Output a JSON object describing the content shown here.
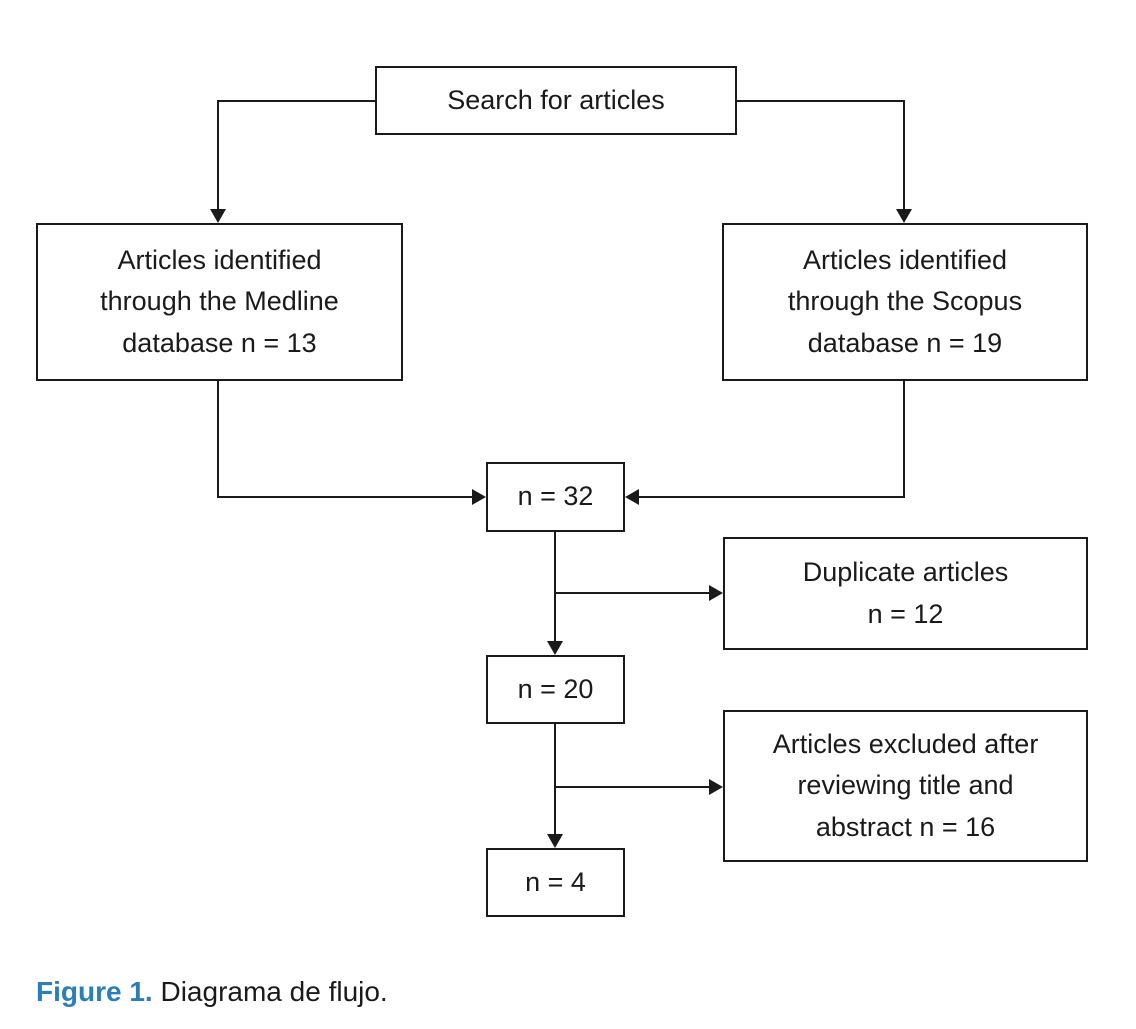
{
  "diagram": {
    "nodes": {
      "search": {
        "label": "Search for articles"
      },
      "medline": {
        "label": "Articles identified\nthrough the Medline\ndatabase n = 13"
      },
      "scopus": {
        "label": "Articles identified\nthrough the Scopus\ndatabase n = 19"
      },
      "total": {
        "label": "n = 32"
      },
      "duplicates": {
        "label": "Duplicate articles\nn = 12"
      },
      "after_duplicates": {
        "label": "n = 20"
      },
      "excluded": {
        "label": "Articles excluded after\nreviewing title and\nabstract n = 16"
      },
      "final": {
        "label": "n = 4"
      }
    },
    "edges": [
      {
        "from": "search",
        "to": "medline"
      },
      {
        "from": "search",
        "to": "scopus"
      },
      {
        "from": "medline",
        "to": "total"
      },
      {
        "from": "scopus",
        "to": "total"
      },
      {
        "from": "total",
        "to": "duplicates"
      },
      {
        "from": "total",
        "to": "after_duplicates"
      },
      {
        "from": "after_duplicates",
        "to": "excluded"
      },
      {
        "from": "after_duplicates",
        "to": "final"
      }
    ],
    "line_color": "#1a1a1a"
  },
  "caption": {
    "label": "Figure 1.",
    "text": "Diagrama de flujo.",
    "label_color": "#2a7fb8"
  }
}
